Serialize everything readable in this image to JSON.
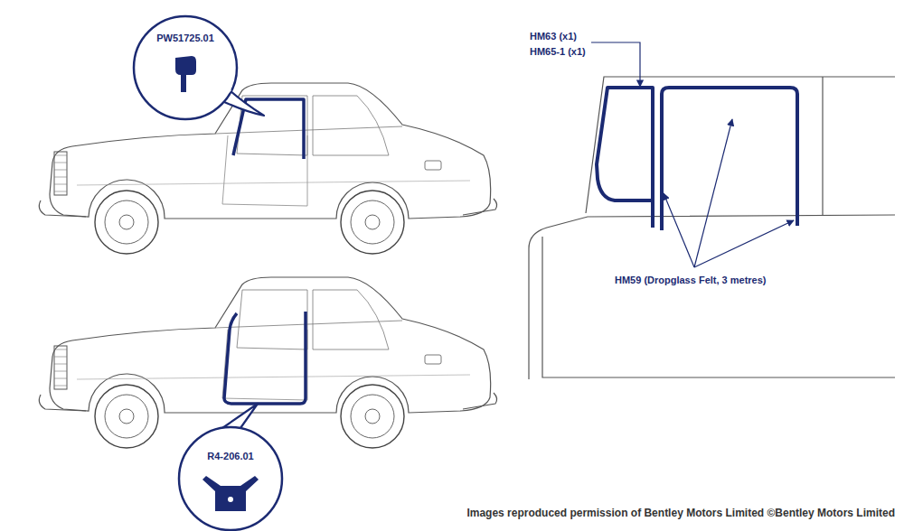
{
  "diagram": {
    "nodes": [
      {
        "text": [
          "PW51725.01"
        ]
      },
      {
        "text": [
          "R4-206.01"
        ]
      }
    ],
    "labels": [
      "HM63 (x1)",
      "HM65-1 (x1)",
      "HM59 (Dropglass Felt, 3 metres)",
      "Images reproduced permission of Bentley Motors Limited ©Bentley Motors Limited"
    ]
  }
}
